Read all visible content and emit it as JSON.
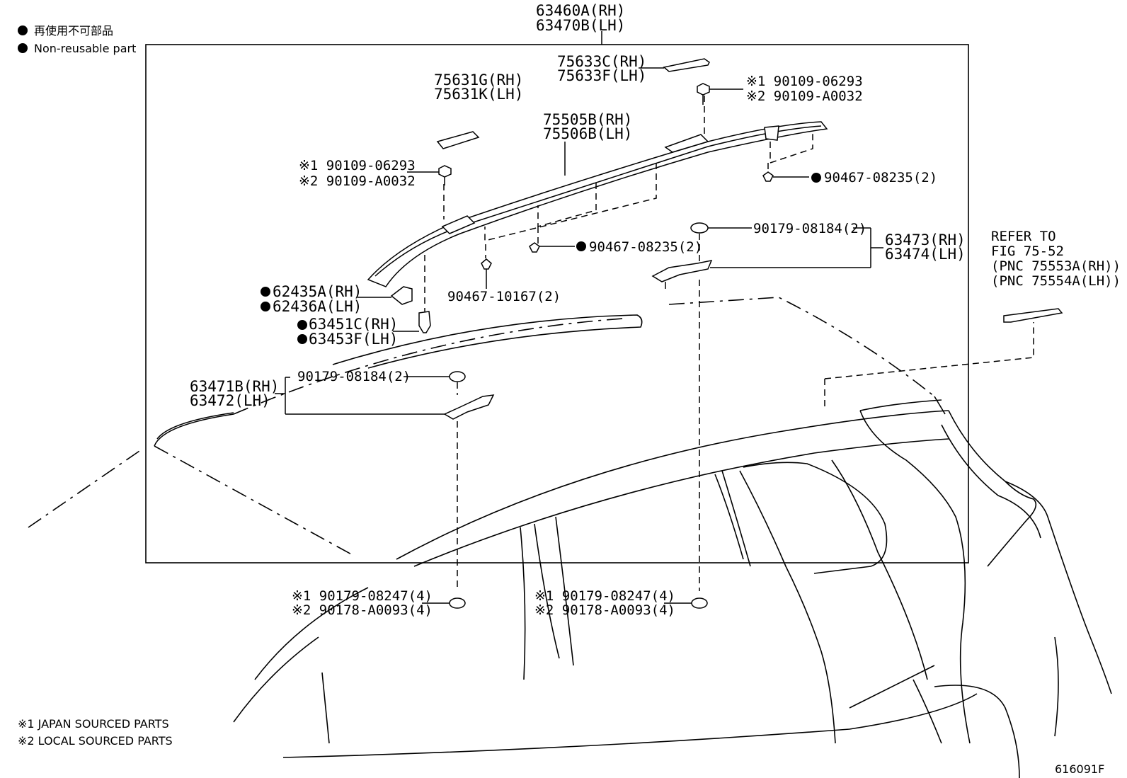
{
  "legend": {
    "non_reusable_jp": "再使用不可部品",
    "non_reusable_en": "Non-reusable part"
  },
  "footnotes": {
    "note1": "※1  JAPAN SOURCED PARTS",
    "note2": "※2  LOCAL SOURCED PARTS"
  },
  "figure_id": "616091F",
  "refer": {
    "line1": "REFER TO",
    "line2": "FIG 75-52",
    "line3": "(PNC 75553A(RH))",
    "line4": "(PNC 75554A(LH))"
  },
  "parts": {
    "rail_assy_rh": "63460A(RH)",
    "rail_assy_lh": "63470B(LH)",
    "cover_rear_rh": "75633C(RH)",
    "cover_rear_lh": "75633F(LH)",
    "bolt_rear_1": "※1 90109-06293",
    "bolt_rear_2": "※2 90109-A0032",
    "cover_front_rh": "75631G(RH)",
    "cover_front_lh": "75631K(LH)",
    "rail_rh": "75505B(RH)",
    "rail_lh": "75506B(LH)",
    "bolt_front_1": "※1 90109-06293",
    "bolt_front_2": "※2 90109-A0032",
    "clip_rear": "90467-08235(2)",
    "nut_rear": "90179-08184(2)",
    "bracket_rear_rh": "63473(RH)",
    "bracket_rear_lh": "63474(LH)",
    "clip_mid": "90467-08235(2)",
    "clip_10167": "90467-10167(2)",
    "pad_rh": "62435A(RH)",
    "pad_lh": "62436A(LH)",
    "clip_front_rh": "63451C(RH)",
    "clip_front_lh": "63453F(LH)",
    "nut_front": "90179-08184(2)",
    "bracket_front_rh": "63471B(RH)",
    "bracket_front_lh": "63472(LH)",
    "nut_bottom_left_1": "※1  90179-08247(4)",
    "nut_bottom_left_2": "※2  90178-A0093(4)",
    "nut_bottom_right_1": "※1  90179-08247(4)",
    "nut_bottom_right_2": "※2  90178-A0093(4)"
  }
}
